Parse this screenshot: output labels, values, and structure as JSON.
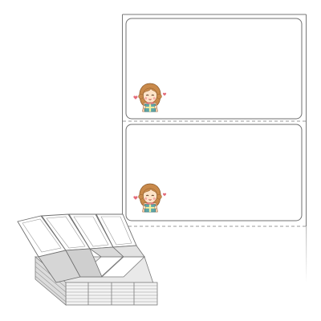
{
  "product": {
    "type": "fanfold label stock",
    "label_count_shown": 2,
    "fold_panels": 4,
    "character_icon": "girl-with-gift-icon",
    "accent_colors": {
      "label_border": "#6f6f6f",
      "perforation": "#9a9a9a",
      "hair": "#c98a4b",
      "gift": "#5ea7a8",
      "heart": "#e46b7a"
    }
  }
}
